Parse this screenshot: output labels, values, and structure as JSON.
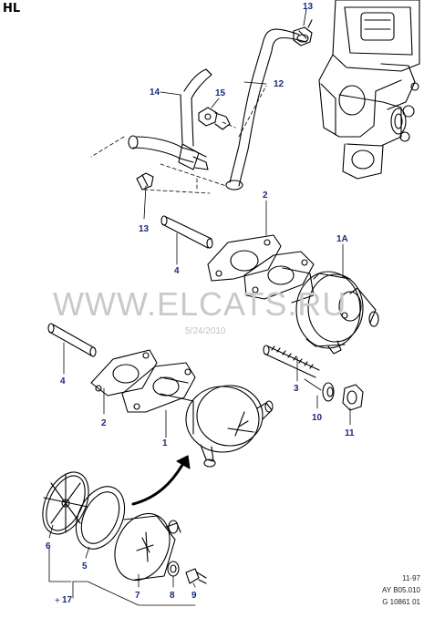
{
  "corner_label": "HL",
  "watermark": {
    "site": "WWW.ELCATS.RU",
    "date": "5/24/2010"
  },
  "footer": {
    "line1": "11-97",
    "line2": "AY B05.010",
    "line3": "G 10861 01"
  },
  "callouts": {
    "c1": "1",
    "c1a": "1A",
    "c2_upper": "2",
    "c2_lower": "2",
    "c3": "3",
    "c4_upper": "4",
    "c4_lower": "4",
    "c5": "5",
    "c6": "6",
    "c7": "7",
    "c8": "8",
    "c9": "9",
    "c10": "10",
    "c11": "11",
    "c12": "12",
    "c13_top": "13",
    "c13_mid": "13",
    "c14": "14",
    "c15": "15",
    "c17": "17"
  },
  "colors": {
    "callout": "#1a2a7a",
    "line": "#000000",
    "watermark": "#c9c9c9"
  }
}
